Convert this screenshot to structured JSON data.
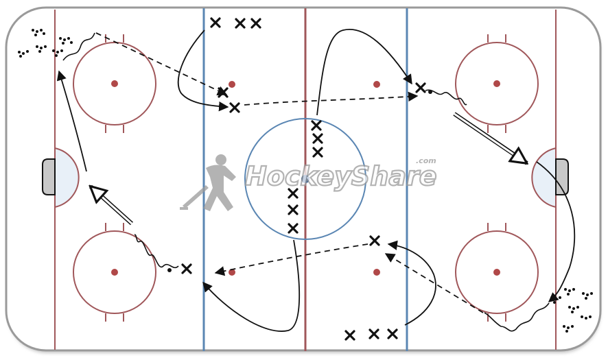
{
  "watermark": {
    "brand": "HockeyShare",
    "suffix": ".com"
  },
  "colors": {
    "rink_border": "#9a9a9a",
    "red_line": "#a0575a",
    "blue_line": "#5a86b3",
    "faceoff": "#a0575a",
    "dot": "#b04848",
    "center_dot": "#1f4e8c",
    "crease": "#e8f0f8",
    "player": "#111111",
    "watermark": "#9a9a9a"
  },
  "icons": {
    "player_marker": "x-mark",
    "puck_pile": "dot-cluster",
    "skater_figure": "hockey-player-silhouette"
  }
}
